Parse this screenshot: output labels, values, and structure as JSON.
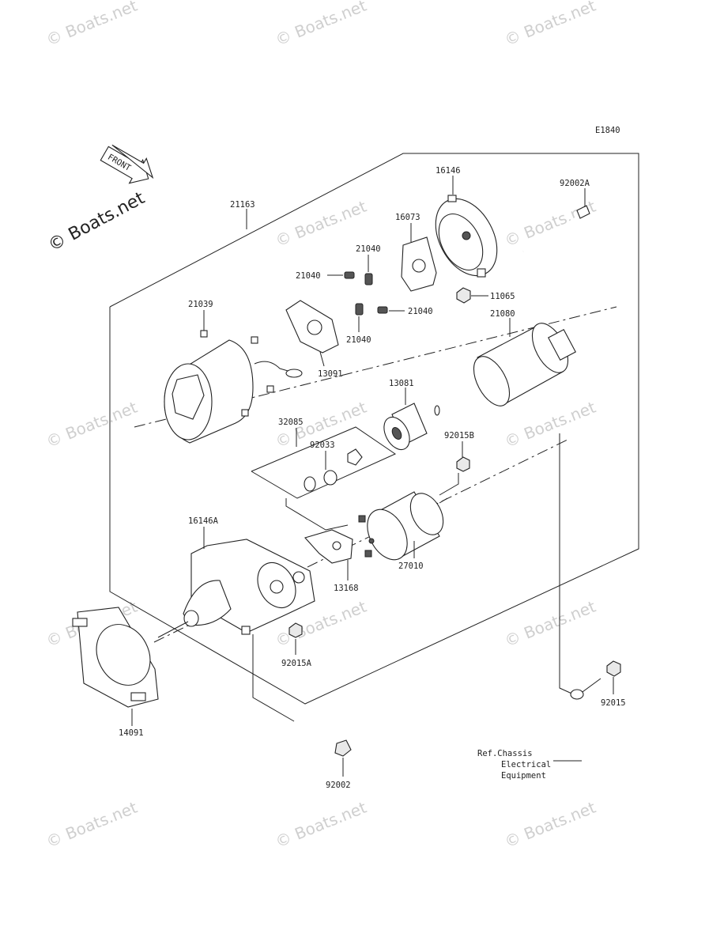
{
  "diagram_code": "E1840",
  "front_label": "FRONT",
  "watermark": "© Boats.net",
  "parts": [
    {
      "id": "21163",
      "label": "21163"
    },
    {
      "id": "16146",
      "label": "16146"
    },
    {
      "id": "92002A",
      "label": "92002A"
    },
    {
      "id": "16073",
      "label": "16073"
    },
    {
      "id": "21040-a",
      "label": "21040"
    },
    {
      "id": "21040-b",
      "label": "21040"
    },
    {
      "id": "21040-c",
      "label": "21040"
    },
    {
      "id": "21040-d",
      "label": "21040"
    },
    {
      "id": "11065",
      "label": "11065"
    },
    {
      "id": "21039",
      "label": "21039"
    },
    {
      "id": "21080",
      "label": "21080"
    },
    {
      "id": "13091",
      "label": "13091"
    },
    {
      "id": "13081",
      "label": "13081"
    },
    {
      "id": "32085",
      "label": "32085"
    },
    {
      "id": "92033",
      "label": "92033"
    },
    {
      "id": "92015B",
      "label": "92015B"
    },
    {
      "id": "16146A",
      "label": "16146A"
    },
    {
      "id": "27010",
      "label": "27010"
    },
    {
      "id": "13168",
      "label": "13168"
    },
    {
      "id": "92015A",
      "label": "92015A"
    },
    {
      "id": "92015",
      "label": "92015"
    },
    {
      "id": "14091",
      "label": "14091"
    },
    {
      "id": "92002",
      "label": "92002"
    }
  ],
  "reference_note": [
    "Ref.Chassis",
    "Electrical",
    "Equipment"
  ]
}
